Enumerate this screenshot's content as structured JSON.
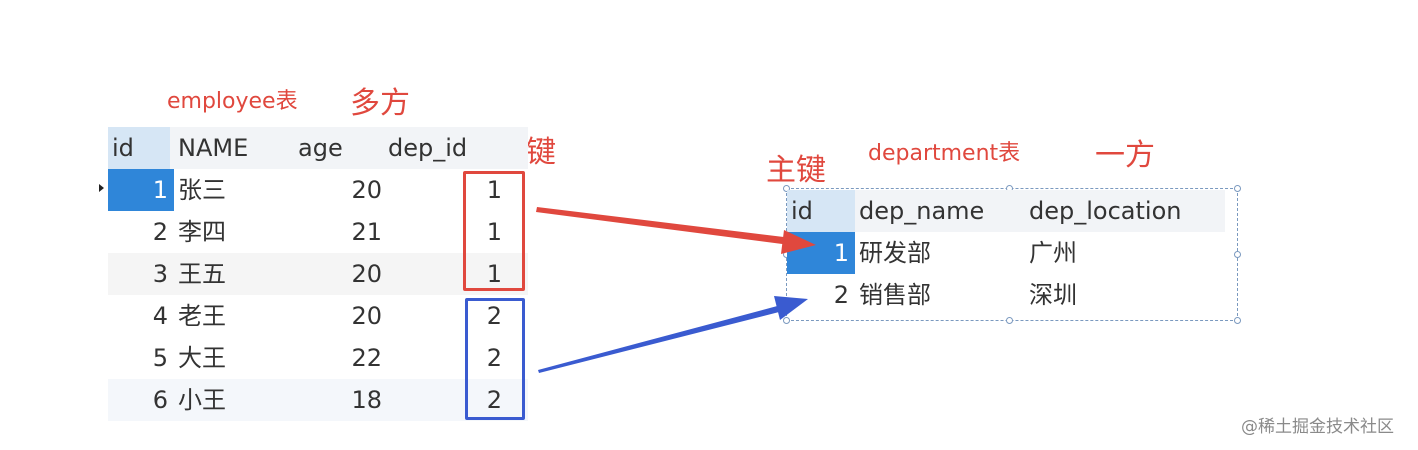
{
  "labels": {
    "employee_table": "employee表",
    "many_side": "多方",
    "foreign_key": "外键",
    "primary_key": "主键",
    "department_table": "department表",
    "one_side": "一方"
  },
  "employee": {
    "columns": [
      "id",
      "NAME",
      "age",
      "dep_id"
    ],
    "rows": [
      [
        "1",
        "张三",
        "20",
        "1"
      ],
      [
        "2",
        "李四",
        "21",
        "1"
      ],
      [
        "3",
        "王五",
        "20",
        "1"
      ],
      [
        "4",
        "老王",
        "20",
        "2"
      ],
      [
        "5",
        "大王",
        "22",
        "2"
      ],
      [
        "6",
        "小王",
        "18",
        "2"
      ]
    ]
  },
  "department": {
    "columns": [
      "id",
      "dep_name",
      "dep_location"
    ],
    "rows": [
      [
        "1",
        "研发部",
        "广州"
      ],
      [
        "2",
        "销售部",
        "深圳"
      ]
    ]
  },
  "colors": {
    "red": "#e0483e",
    "blue": "#3a5bd0",
    "selection": "#2f86d9"
  },
  "watermark": "@稀土掘金技术社区"
}
